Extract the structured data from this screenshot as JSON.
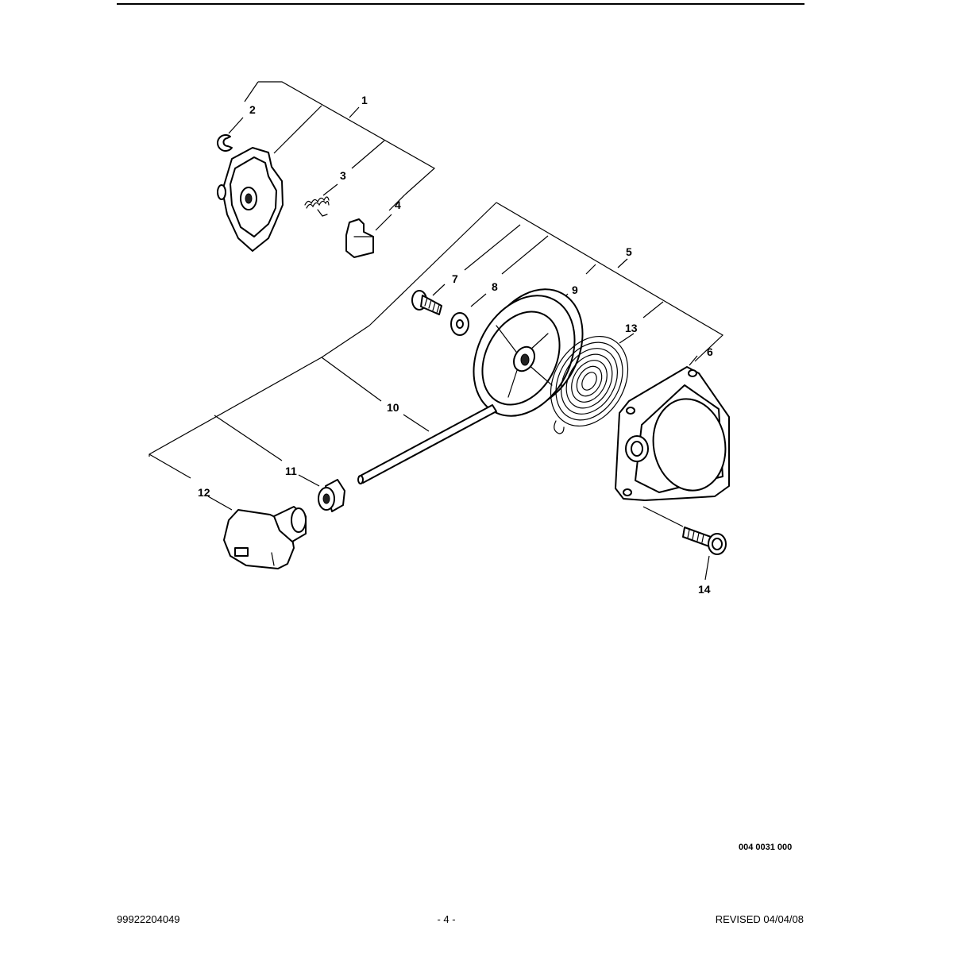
{
  "callouts": {
    "c1": "1",
    "c2": "2",
    "c3": "3",
    "c4": "4",
    "c5": "5",
    "c6": "6",
    "c7": "7",
    "c8": "8",
    "c9": "9",
    "c10": "10",
    "c11": "11",
    "c12": "12",
    "c13": "13",
    "c14": "14"
  },
  "drawing_code": "004 0031 000",
  "footer": {
    "part_number": "99922204049",
    "page": "- 4 -",
    "revised": "REVISED 04/04/08"
  }
}
